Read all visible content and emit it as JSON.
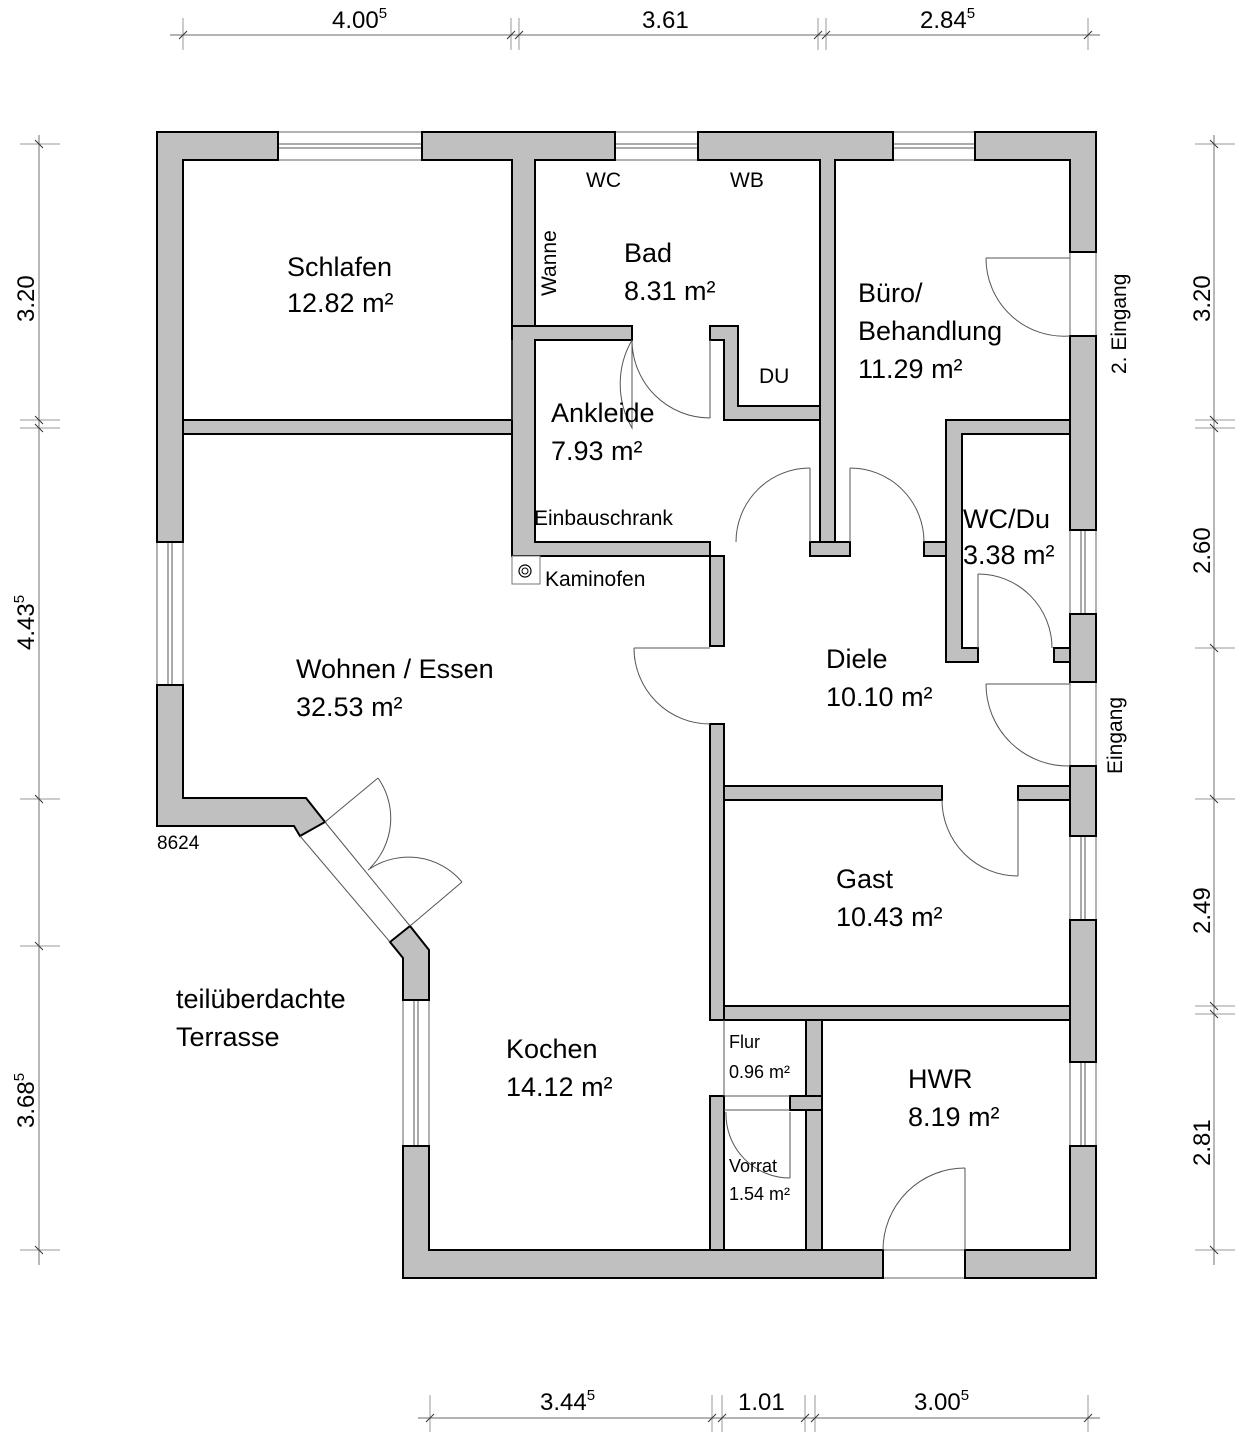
{
  "plan": {
    "id_label": "8624",
    "terrace_label": [
      "teilüberdachte",
      "Terrasse"
    ],
    "colors": {
      "wall_fill": "#c0c0c0",
      "wall_outline": "#000000",
      "background": "#ffffff"
    }
  },
  "dimensions": {
    "top": [
      {
        "main": "4.00",
        "sup": "5"
      },
      {
        "main": "3.61",
        "sup": ""
      },
      {
        "main": "2.84",
        "sup": "5"
      }
    ],
    "bottom": [
      {
        "main": "3.44",
        "sup": "5"
      },
      {
        "main": "1.01",
        "sup": ""
      },
      {
        "main": "3.00",
        "sup": "5"
      }
    ],
    "left": [
      {
        "main": "3.20",
        "sup": ""
      },
      {
        "main": "4.43",
        "sup": "5"
      },
      {
        "main": "3.68",
        "sup": "5"
      }
    ],
    "right": [
      {
        "main": "3.20",
        "sup": ""
      },
      {
        "main": "2.60",
        "sup": ""
      },
      {
        "main": "2.49",
        "sup": ""
      },
      {
        "main": "2.81",
        "sup": ""
      }
    ]
  },
  "rooms": [
    {
      "name": "Schlafen",
      "area": "12.82 m²"
    },
    {
      "name": "Bad",
      "area": "8.31 m²"
    },
    {
      "name": "Büro/",
      "name2": "Behandlung",
      "area": "11.29 m²"
    },
    {
      "name": "Ankleide",
      "area": "7.93 m²"
    },
    {
      "name": "WC/Du",
      "area": "3.38 m²"
    },
    {
      "name": "Wohnen / Essen",
      "area": "32.53 m²"
    },
    {
      "name": "Diele",
      "area": "10.10 m²"
    },
    {
      "name": "Gast",
      "area": "10.43 m²"
    },
    {
      "name": "Kochen",
      "area": "14.12 m²"
    },
    {
      "name": "Flur",
      "area": "0.96 m²"
    },
    {
      "name": "Vorrat",
      "area": "1.54 m²"
    },
    {
      "name": "HWR",
      "area": "8.19 m²"
    }
  ],
  "fixtures": {
    "wc": "WC",
    "wb": "WB",
    "wanne": "Wanne",
    "du": "DU",
    "einbauschrank": "Einbauschrank",
    "kaminofen": "Kaminofen"
  },
  "entrances": {
    "main": "Eingang",
    "second": "2. Eingang"
  }
}
